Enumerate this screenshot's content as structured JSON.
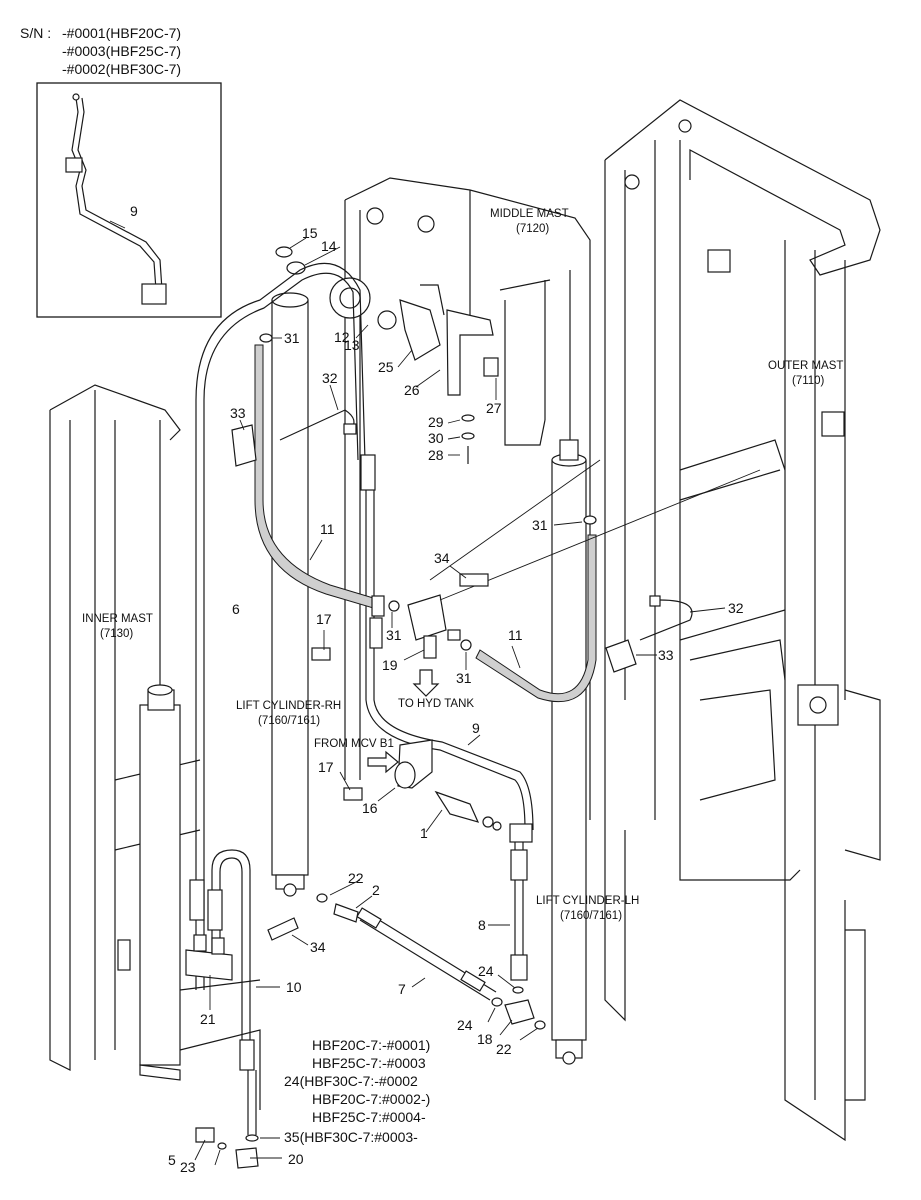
{
  "serial": {
    "prefix": "S/N :",
    "lines": [
      "-#0001(HBF20C-7)",
      "-#0003(HBF25C-7)",
      "-#0002(HBF30C-7)"
    ]
  },
  "mast_labels": {
    "middle_mast": "MIDDLE MAST",
    "middle_mast_code": "(7120)",
    "outer_mast": "OUTER MAST",
    "outer_mast_code": "(7110)",
    "inner_mast": "INNER MAST",
    "inner_mast_code": "(7130)",
    "lift_cyl_rh": "LIFT CYLINDER-RH",
    "lift_cyl_rh_code": "(7160/7161)",
    "lift_cyl_lh": "LIFT CYLINDER-LH",
    "lift_cyl_lh_code": "(7160/7161)",
    "to_hyd_tank": "TO HYD TANK",
    "from_mcv": "FROM MCV B1"
  },
  "callouts": {
    "c1": "1",
    "c2": "2",
    "c5": "5",
    "c6": "6",
    "c7": "7",
    "c8": "8",
    "c9": "9",
    "c9b": "9",
    "c10": "10",
    "c11a": "11",
    "c11b": "11",
    "c12": "12",
    "c13": "13",
    "c14": "14",
    "c15": "15",
    "c16": "16",
    "c17a": "17",
    "c17b": "17",
    "c18": "18",
    "c19": "19",
    "c20": "20",
    "c21": "21",
    "c22a": "22",
    "c22b": "22",
    "c23": "23",
    "c24a": "24",
    "c24b": "24",
    "c25": "25",
    "c26": "26",
    "c27": "27",
    "c28": "28",
    "c29": "29",
    "c30": "30",
    "c31a": "31",
    "c31b": "31",
    "c31c": "31",
    "c31d": "31",
    "c32a": "32",
    "c32b": "32",
    "c33a": "33",
    "c33b": "33",
    "c34a": "34",
    "c34b": "34",
    "c35": "35"
  },
  "notes": [
    "HBF20C-7:-#0001)",
    "HBF25C-7:-#0003",
    "24(HBF30C-7:-#0002",
    "HBF20C-7:#0002-)",
    "HBF25C-7:#0004-",
    "35(HBF30C-7:#0003-"
  ]
}
